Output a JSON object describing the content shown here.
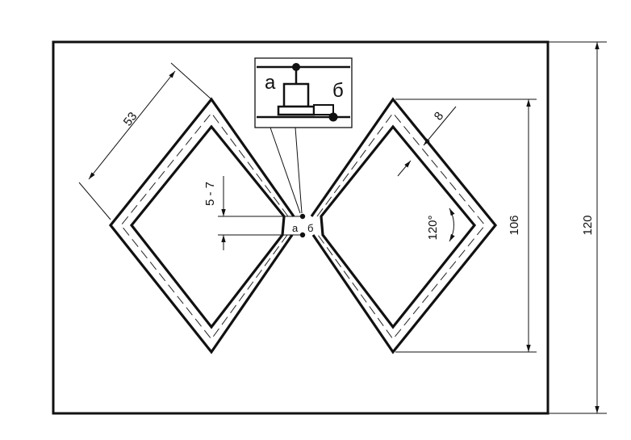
{
  "dimensions": {
    "side_length": "53",
    "strip_width": "8",
    "feed_gap": "5 - 7",
    "corner_angle": "120°",
    "element_height": "106",
    "board_height": "120"
  },
  "feed_points": {
    "a": "а",
    "b": "б"
  },
  "inset": {
    "terminal_a": "а",
    "terminal_b": "б"
  }
}
